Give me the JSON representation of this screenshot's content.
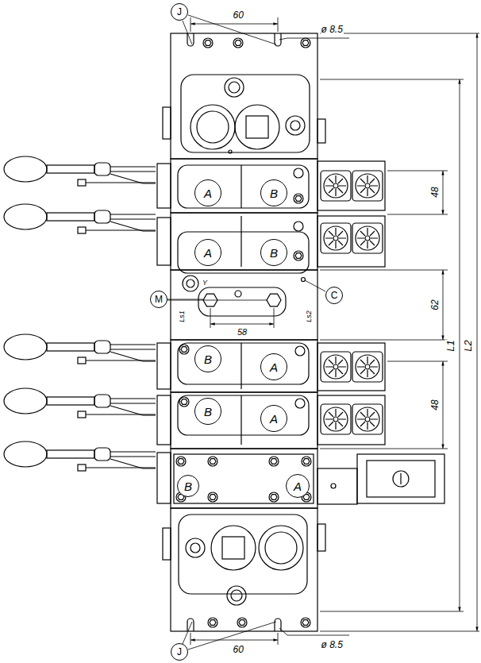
{
  "diagram": {
    "nodes": [
      {
        "text": [
          "J"
        ]
      },
      {
        "text": [
          "A"
        ]
      },
      {
        "text": [
          "B"
        ]
      },
      {
        "text": [
          "A"
        ]
      },
      {
        "text": [
          "B"
        ]
      },
      {
        "text": [
          "M"
        ]
      },
      {
        "text": [
          "C"
        ]
      },
      {
        "text": [
          "B"
        ]
      },
      {
        "text": [
          "A"
        ]
      },
      {
        "text": [
          "B"
        ]
      },
      {
        "text": [
          "A"
        ]
      },
      {
        "text": [
          "B"
        ]
      },
      {
        "text": [
          "A"
        ]
      },
      {
        "text": [
          "J"
        ]
      }
    ],
    "labels": [
      "60",
      "ø 8.5",
      "48",
      "Y",
      "Ls1",
      "Ls2",
      "58",
      "62",
      "L1",
      "L2",
      "48",
      "60",
      "ø 8.5"
    ]
  }
}
